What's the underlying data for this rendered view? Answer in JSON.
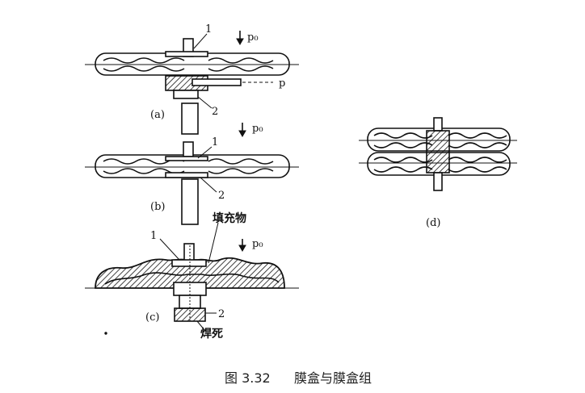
{
  "labels": {
    "a": {
      "panel": "(a)",
      "callout1": "1",
      "callout2": "2",
      "pressure_top": "p₀",
      "pressure_side": "p"
    },
    "b": {
      "panel": "(b)",
      "callout1": "1",
      "callout2": "2",
      "pressure_top": "p₀"
    },
    "c": {
      "panel": "(c)",
      "callout1": "1",
      "callout2": "2",
      "pressure_top": "p₀",
      "filler": "填充物",
      "weld": "焊死"
    },
    "d": {
      "panel": "(d)"
    }
  },
  "caption": {
    "figure_no": "图 3.32",
    "title": "膜盒与膜盒组"
  }
}
